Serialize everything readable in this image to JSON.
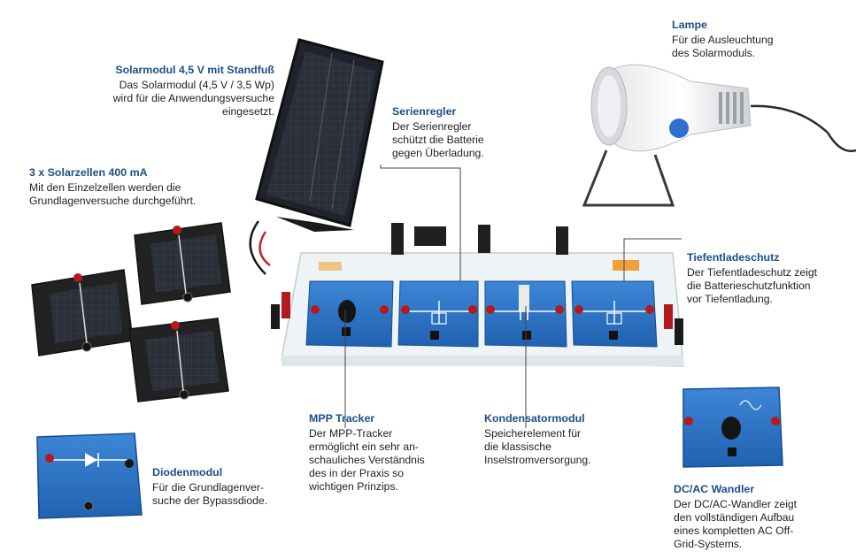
{
  "labels": {
    "solarmodul": {
      "title": "Solarmodul 4,5 V mit Standfuß",
      "text": "Das Solarmodul (4,5 V / 3,5 Wp)\nwird für die Anwendungsversuche\neingesetzt."
    },
    "solarzellen": {
      "title": "3 x Solarzellen 400 mA",
      "text": "Mit den Einzelzellen werden die\nGrundlagenversuche durchgeführt."
    },
    "serienregler": {
      "title": "Serienregler",
      "text": "Der Serienregler\nschützt die Batterie\ngegen Überladung."
    },
    "lampe": {
      "title": "Lampe",
      "text": "Für die Ausleuchtung\ndes Solarmoduls."
    },
    "tiefentlade": {
      "title": "Tiefentladeschutz",
      "text": "Der Tiefentladeschutz zeigt\ndie Batterieschutzfunktion\nvor Tiefentladung."
    },
    "mpp": {
      "title": "MPP Tracker",
      "text": "Der MPP-Tracker\nermöglicht ein sehr an-\nschauliches Verständnis\ndes in der Praxis so\nwichtigen Prinzips."
    },
    "kondensator": {
      "title": "Kondensatormodul",
      "text": "Speicherelement für\ndie klassische\nInselstromversorgung."
    },
    "dioden": {
      "title": "Diodenmodul",
      "text": "Für die Grundlagenver-\nsuche der Bypassdiode."
    },
    "dcac": {
      "title": "DC/AC Wandler",
      "text": "Der DC/AC-Wandler zeigt\nden vollständigen Aufbau\neines kompletten AC Off-\nGrid-Systems."
    }
  },
  "colors": {
    "heading": "#1c4e8a",
    "module_blue": "#2f74c4",
    "panel_dark": "#1d1f24"
  }
}
